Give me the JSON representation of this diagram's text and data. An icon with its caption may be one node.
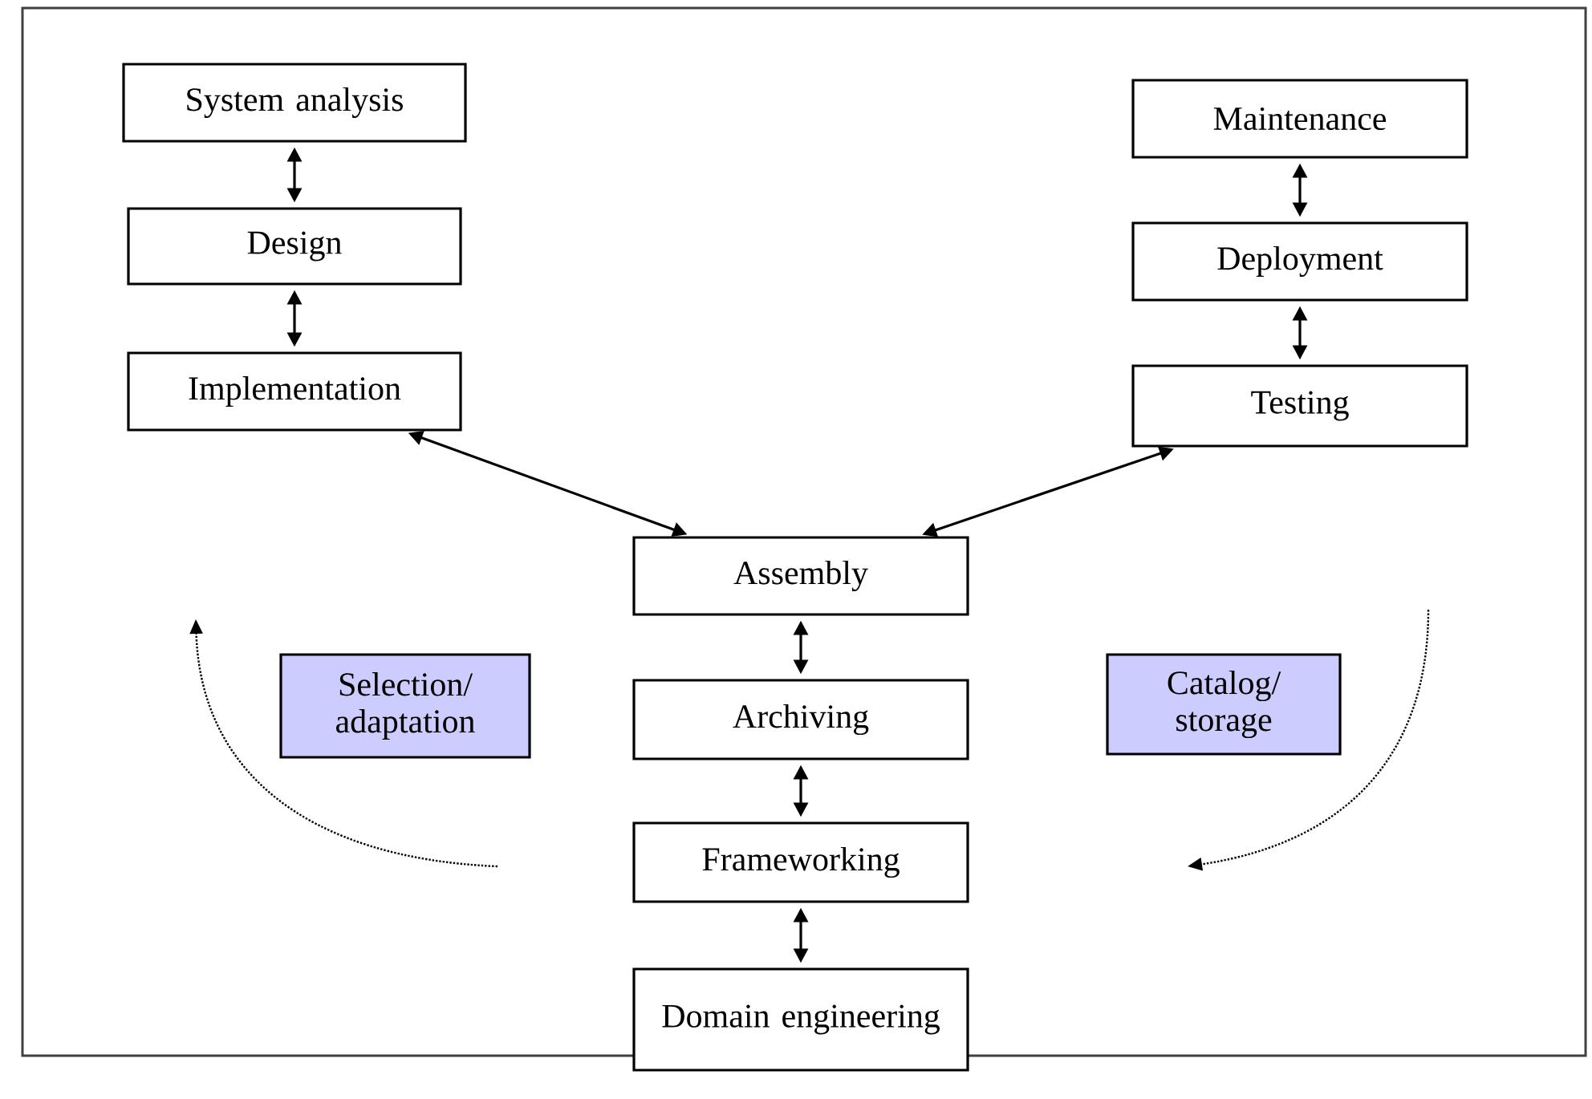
{
  "diagram": {
    "nodes": [
      {
        "text": [
          "System analysis"
        ]
      },
      {
        "text": [
          "Design"
        ]
      },
      {
        "text": [
          "Implementation"
        ]
      },
      {
        "text": [
          "Maintenance"
        ]
      },
      {
        "text": [
          "Deployment"
        ]
      },
      {
        "text": [
          "Testing"
        ]
      },
      {
        "text": [
          "Assembly"
        ]
      },
      {
        "text": [
          "Archiving"
        ]
      },
      {
        "text": [
          "Frameworking"
        ]
      },
      {
        "text": [
          "Domain engineering"
        ]
      },
      {
        "text": [
          "Selection/ adaptation"
        ]
      },
      {
        "text": [
          "Catalog/ storage"
        ]
      }
    ],
    "edges": [
      {
        "from": 0,
        "to": 1,
        "arrow": "both"
      },
      {
        "from": 1,
        "to": 2,
        "arrow": "both"
      },
      {
        "from": 3,
        "to": 4,
        "arrow": "both"
      },
      {
        "from": 4,
        "to": 5,
        "arrow": "both"
      },
      {
        "from": 2,
        "to": 6,
        "arrow": "both"
      },
      {
        "from": 5,
        "to": 6,
        "arrow": "both"
      },
      {
        "from": 6,
        "to": 7,
        "arrow": "both"
      },
      {
        "from": 7,
        "to": 8,
        "arrow": "both"
      },
      {
        "from": 8,
        "to": 9,
        "arrow": "both"
      }
    ]
  }
}
